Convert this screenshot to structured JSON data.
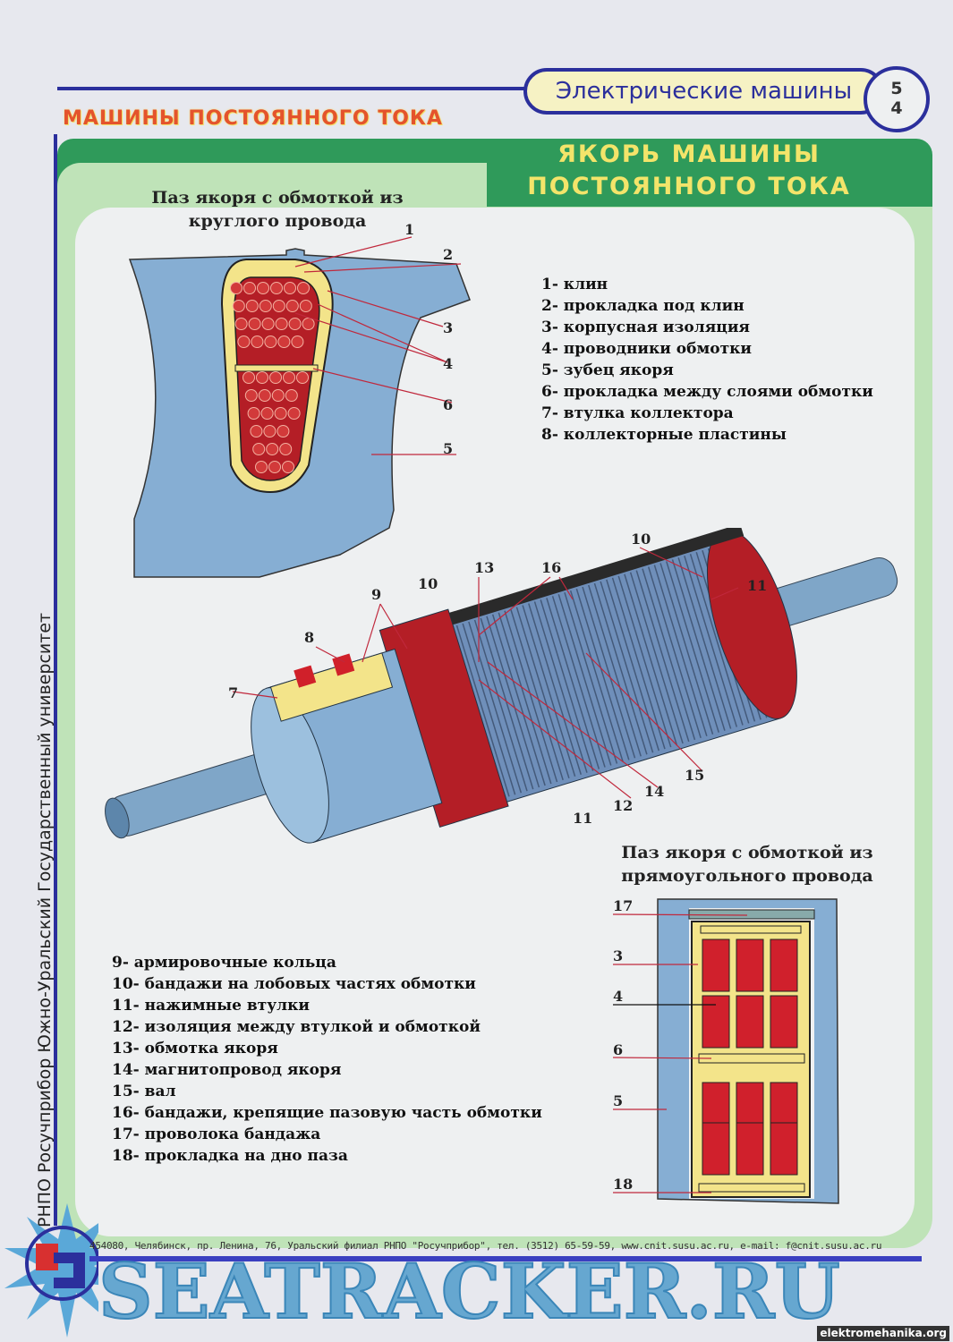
{
  "header": {
    "series": "Электрические машины",
    "page_top": "5",
    "page_bottom": "4"
  },
  "section": {
    "category": "МАШИНЫ ПОСТОЯННОГО ТОКА",
    "title_line1": "ЯКОРЬ МАШИНЫ",
    "title_line2": "ПОСТОЯННОГО ТОКА"
  },
  "round_slot": {
    "caption_line1": "Паз якоря с обмоткой из",
    "caption_line2": "круглого провода",
    "callouts": [
      "1",
      "2",
      "3",
      "4",
      "6",
      "5"
    ]
  },
  "legend_top": [
    "1- клин",
    "2- прокладка под клин",
    "3- корпусная изоляция",
    "4- проводники обмотки",
    "5- зубец якоря",
    "6- прокладка между слоями обмотки",
    "7- втулка коллектора",
    "8- коллекторные пластины"
  ],
  "rotor": {
    "callouts": [
      "10",
      "16",
      "13",
      "9",
      "10",
      "11",
      "8",
      "7",
      "15",
      "14",
      "12",
      "11"
    ]
  },
  "rect_slot": {
    "caption_line1": "Паз якоря с обмоткой из",
    "caption_line2": "прямоугольного провода",
    "callouts": [
      "17",
      "3",
      "4",
      "6",
      "5",
      "18"
    ]
  },
  "legend_bottom": [
    "9- армировочные кольца",
    "10- бандажи на лобовых частях обмотки",
    "11- нажимные втулки",
    "12- изоляция между втулкой и обмоткой",
    "13- обмотка якоря",
    "14- магнитопровод якоря",
    "15- вал",
    "16- бандажи, крепящие пазовую часть обмотки",
    "17- проволока бандажа",
    "18- прокладка на дно паза"
  ],
  "side": {
    "vertical_text": "РНПО Росучприбор     Южно-Уральский Государственный университет"
  },
  "footer": {
    "address": "454080, Челябинск, пр. Ленина, 76, Уральский филиал РНПО \"Росучприбор\", тел. (3512) 65-59-59, www.cnit.susu.ac.ru,  e-mail: f@cnit.susu.ac.ru",
    "watermark": "SEATRACKER.RU",
    "site": "elektromehanika.org"
  },
  "colors": {
    "blue": "#2b2f9c",
    "green": "#2f9a5a",
    "steel": "#86aed3",
    "copper": "#c8202c",
    "insulation": "#f3e48a"
  }
}
